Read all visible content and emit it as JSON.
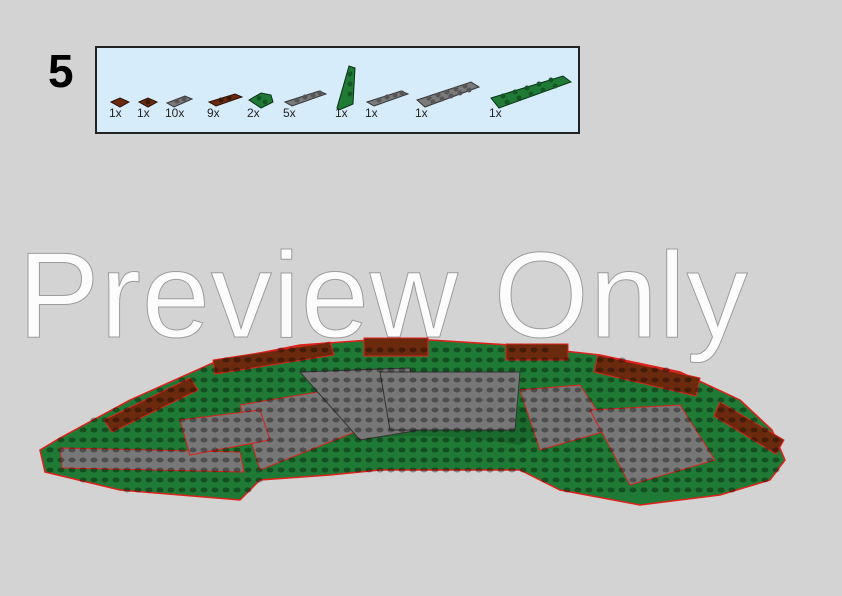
{
  "step_number": "5",
  "parts": [
    {
      "qty": "1x",
      "color": "#6b2a0e",
      "icon": "tile-1x1-brown"
    },
    {
      "qty": "1x",
      "color": "#6b2a0e",
      "icon": "plate-1x1-brown"
    },
    {
      "qty": "10x",
      "color": "#7a7a7a",
      "icon": "plate-1x2-gray"
    },
    {
      "qty": "9x",
      "color": "#6b2a0e",
      "icon": "tile-1x3-brown"
    },
    {
      "qty": "2x",
      "color": "#1f7a35",
      "icon": "wedge-plate-2x2-green"
    },
    {
      "qty": "5x",
      "color": "#7a7a7a",
      "icon": "plate-1x4-offset-gray"
    },
    {
      "qty": "1x",
      "color": "#1f7a35",
      "icon": "wedge-plate-4x2-green"
    },
    {
      "qty": "1x",
      "color": "#7a7a7a",
      "icon": "plate-1x4-gray"
    },
    {
      "qty": "1x",
      "color": "#7a7a7a",
      "icon": "plate-2x6-gray"
    },
    {
      "qty": "1x",
      "color": "#1f7a35",
      "icon": "plate-2x10-green"
    }
  ],
  "watermark": "Preview Only",
  "colors": {
    "green": "#1f7a35",
    "gray": "#777777",
    "brown": "#6b2a0e",
    "highlight": "#e0201a",
    "background": "#d3d3d3",
    "parts_box": "#d7ecfb"
  }
}
